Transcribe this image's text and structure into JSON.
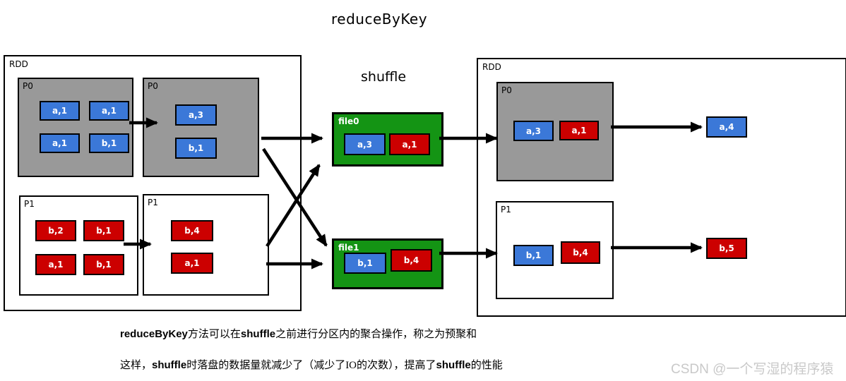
{
  "title": "reduceByKey",
  "shuffle_label": "shuffle",
  "colors": {
    "blue": "#3b78d8",
    "red": "#cc0000",
    "green": "#149414",
    "gray": "#999999",
    "arrow": "#000000",
    "watermark": "#c9c9c9"
  },
  "left_rdd": {
    "label": "RDD",
    "p0_before": {
      "label": "P0",
      "cells": [
        {
          "t": "a,1",
          "c": "blue"
        },
        {
          "t": "a,1",
          "c": "blue"
        },
        {
          "t": "a,1",
          "c": "blue"
        },
        {
          "t": "b,1",
          "c": "blue"
        }
      ]
    },
    "p0_after": {
      "label": "P0",
      "cells": [
        {
          "t": "a,3",
          "c": "blue"
        },
        {
          "t": "b,1",
          "c": "blue"
        }
      ]
    },
    "p1_before": {
      "label": "P1",
      "cells": [
        {
          "t": "b,2",
          "c": "red"
        },
        {
          "t": "b,1",
          "c": "red"
        },
        {
          "t": "a,1",
          "c": "red"
        },
        {
          "t": "b,1",
          "c": "red"
        }
      ]
    },
    "p1_after": {
      "label": "P1",
      "cells": [
        {
          "t": "b,4",
          "c": "red"
        },
        {
          "t": "a,1",
          "c": "red"
        }
      ]
    }
  },
  "shuffle": {
    "file0": {
      "label": "file0",
      "cells": [
        {
          "t": "a,3",
          "c": "blue"
        },
        {
          "t": "a,1",
          "c": "red"
        }
      ]
    },
    "file1": {
      "label": "file1",
      "cells": [
        {
          "t": "b,1",
          "c": "blue"
        },
        {
          "t": "b,4",
          "c": "red"
        }
      ]
    }
  },
  "right_rdd": {
    "label": "RDD",
    "p0": {
      "label": "P0",
      "cells": [
        {
          "t": "a,3",
          "c": "blue"
        },
        {
          "t": "a,1",
          "c": "red"
        }
      ],
      "result": {
        "t": "a,4",
        "c": "blue"
      }
    },
    "p1": {
      "label": "P1",
      "cells": [
        {
          "t": "b,1",
          "c": "blue"
        },
        {
          "t": "b,4",
          "c": "red"
        }
      ],
      "result": {
        "t": "b,5",
        "c": "red"
      }
    }
  },
  "caption": {
    "line1": [
      "reduceByKey",
      "方法可以在",
      "shuffle",
      "之前进行分区内的聚合操作，称之为预聚和"
    ],
    "line2": [
      "这样，",
      "shuffle",
      "时落盘的数据量就减少了（减少了IO的次数），提高了",
      "shuffle",
      "的性能"
    ]
  },
  "watermark": "CSDN @一个写湿的程序猿"
}
